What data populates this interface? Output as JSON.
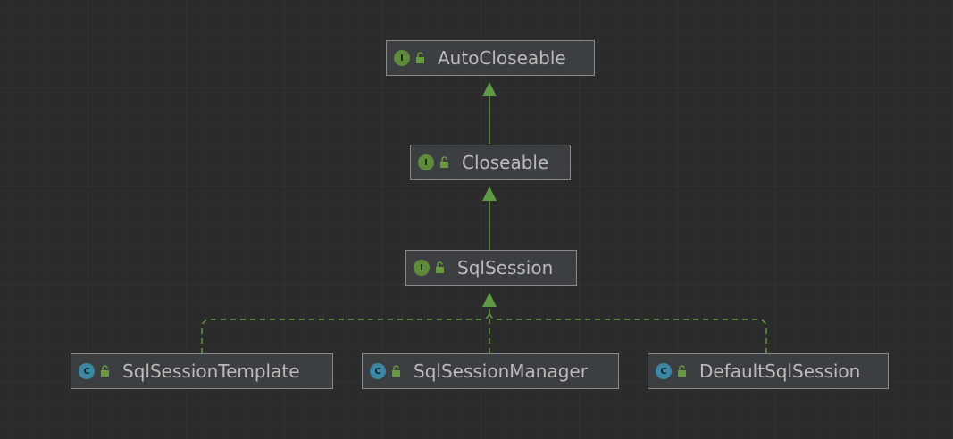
{
  "diagram": {
    "nodes": [
      {
        "id": "autocloseable",
        "label": "AutoCloseable",
        "kind": "interface",
        "kind_letter": "I",
        "access": "public"
      },
      {
        "id": "closeable",
        "label": "Closeable",
        "kind": "interface",
        "kind_letter": "I",
        "access": "public"
      },
      {
        "id": "sqlsession",
        "label": "SqlSession",
        "kind": "interface",
        "kind_letter": "I",
        "access": "public"
      },
      {
        "id": "sqlsessiontemplate",
        "label": "SqlSessionTemplate",
        "kind": "class",
        "kind_letter": "C",
        "access": "public"
      },
      {
        "id": "sqlsessionmanager",
        "label": "SqlSessionManager",
        "kind": "class",
        "kind_letter": "C",
        "access": "public"
      },
      {
        "id": "defaultsqlsession",
        "label": "DefaultSqlSession",
        "kind": "class",
        "kind_letter": "C",
        "access": "public"
      }
    ],
    "edges": [
      {
        "from": "closeable",
        "to": "autocloseable",
        "type": "extends"
      },
      {
        "from": "sqlsession",
        "to": "closeable",
        "type": "extends"
      },
      {
        "from": "sqlsessiontemplate",
        "to": "sqlsession",
        "type": "implements"
      },
      {
        "from": "sqlsessionmanager",
        "to": "sqlsession",
        "type": "implements"
      },
      {
        "from": "defaultsqlsession",
        "to": "sqlsession",
        "type": "implements"
      }
    ]
  },
  "colors": {
    "background": "#2b2b2b",
    "node_fill": "#3c3f41",
    "node_border": "#8a8a8a",
    "text": "#bbbbbb",
    "edge": "#5f9a44",
    "interface_badge": "#5f8a3b",
    "class_badge": "#3d86a4",
    "lock": "#6a9a3f"
  },
  "icons": {
    "interface": "interface-icon",
    "class": "class-icon",
    "access": "unlocked-padlock-icon"
  }
}
